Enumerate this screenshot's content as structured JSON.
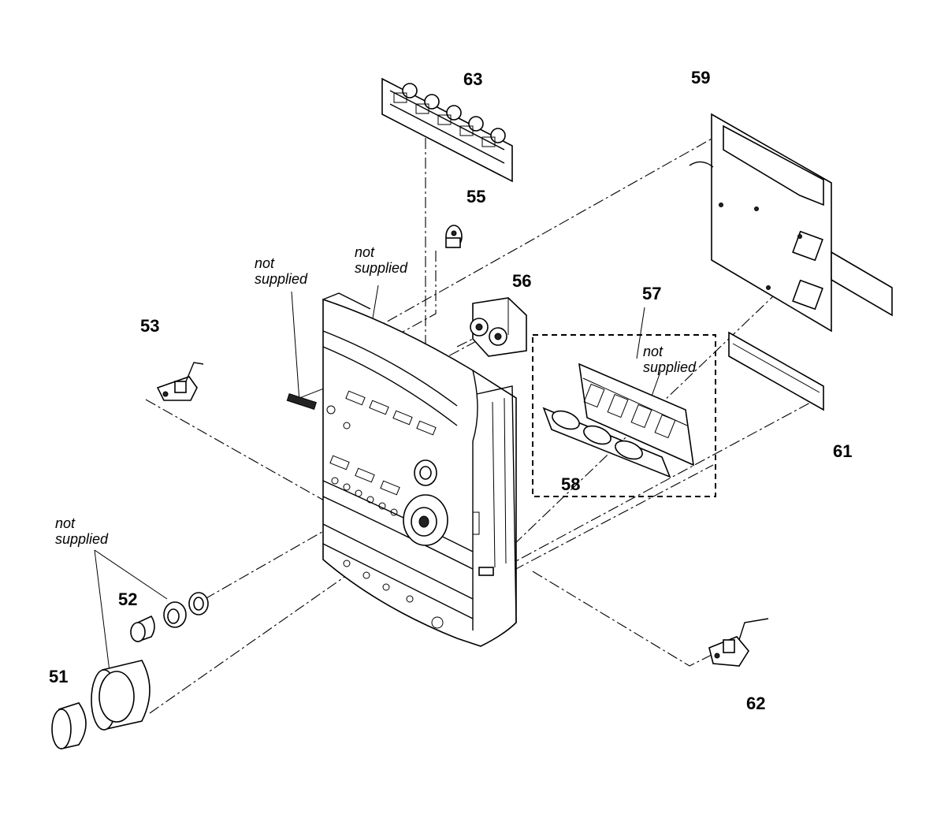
{
  "parts": [
    {
      "id": "p51",
      "label": "51"
    },
    {
      "id": "p52",
      "label": "52"
    },
    {
      "id": "p53",
      "label": "53"
    },
    {
      "id": "p55",
      "label": "55"
    },
    {
      "id": "p56",
      "label": "56"
    },
    {
      "id": "p57",
      "label": "57"
    },
    {
      "id": "p58",
      "label": "58"
    },
    {
      "id": "p59",
      "label": "59"
    },
    {
      "id": "p61",
      "label": "61"
    },
    {
      "id": "p62",
      "label": "62"
    },
    {
      "id": "p63",
      "label": "63"
    }
  ],
  "notes": {
    "line1": "not",
    "line2": "supplied"
  }
}
